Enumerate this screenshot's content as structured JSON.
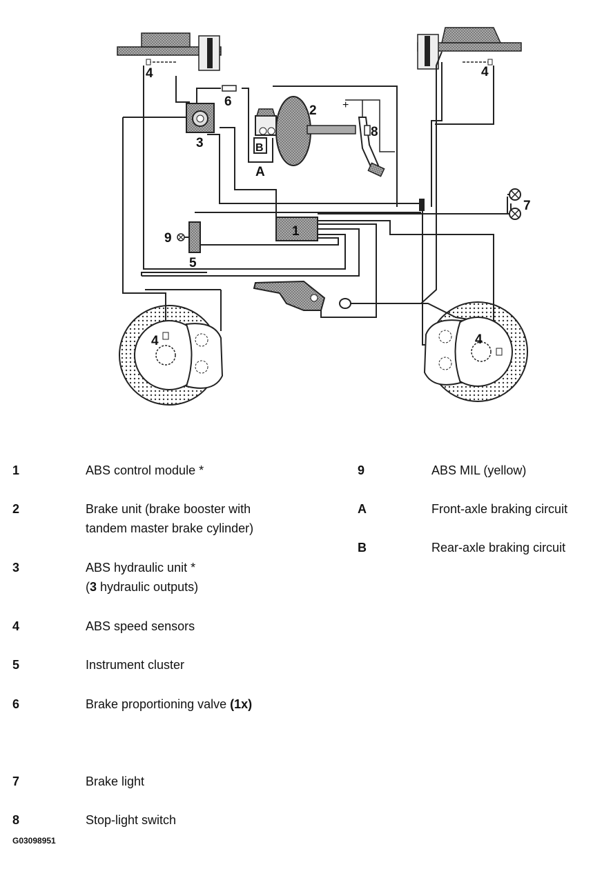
{
  "diagram_labels": {
    "l1": "1",
    "l2": "2",
    "l3": "3",
    "l4a": "4",
    "l4b": "4",
    "l4c": "4",
    "l4d": "4",
    "l5": "5",
    "l6": "6",
    "l7": "7",
    "l8": "8",
    "l9": "9",
    "lA": "A",
    "lB": "B",
    "plus": "+"
  },
  "legend": {
    "left": [
      {
        "key": "1",
        "text": "ABS control module *"
      },
      {
        "key": "2",
        "text": "Brake unit (brake booster with\ntandem master brake cylinder)"
      },
      {
        "key": "3",
        "text_pre": "ABS hydraulic unit *\n(",
        "text_bold": "3",
        "text_post": " hydraulic outputs)"
      },
      {
        "key": "4",
        "text": "ABS speed sensors"
      },
      {
        "key": "5",
        "text": "Instrument cluster"
      },
      {
        "key": "6",
        "text_pre": "Brake proportioning valve ",
        "text_bold": "(1x)"
      },
      {
        "key": "7",
        "text": "Brake light"
      },
      {
        "key": "8",
        "text": "Stop-light switch"
      }
    ],
    "right": [
      {
        "key": "9",
        "text": "ABS MIL (yellow)"
      },
      {
        "key": "A",
        "text": "Front-axle braking circuit"
      },
      {
        "key": "B",
        "text": "Rear-axle braking circuit"
      }
    ]
  },
  "caption": "G03098951"
}
